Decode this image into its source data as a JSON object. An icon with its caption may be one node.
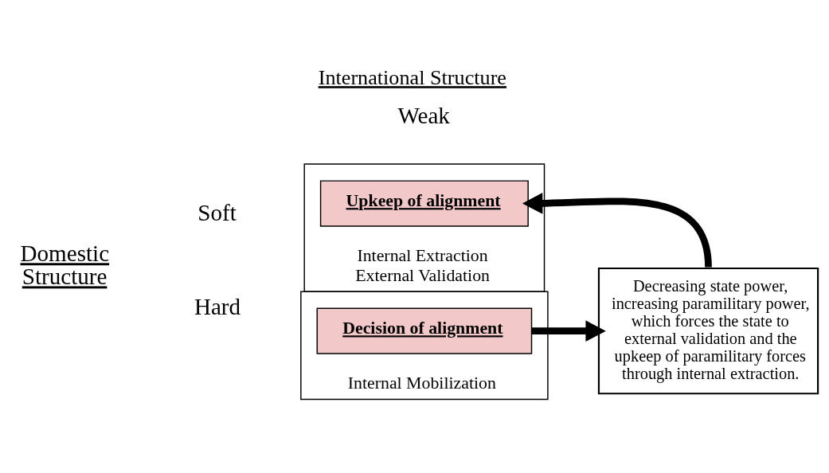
{
  "diagram": {
    "title": "International Structure",
    "nodes": [
      {
        "text": [
          "Internal Extraction",
          "External Validation"
        ]
      },
      {
        "text": [
          "Upkeep of alignment"
        ],
        "in": 0
      },
      {
        "text": [
          "Internal Mobilization"
        ]
      },
      {
        "text": [
          "Decision of alignment"
        ],
        "in": 2
      },
      {
        "text": [
          "Decreasing state power, increasing paramilitary power, which forces the state to external validation and the upkeep of paramilitary forces through internal extraction."
        ]
      }
    ],
    "edges": [
      {
        "from": 3,
        "to": 4,
        "arrow": "to"
      },
      {
        "from": 4,
        "to": 1,
        "arrow": "to"
      }
    ],
    "labels": [
      "Weak",
      "Soft",
      "Domestic Structure",
      "Hard"
    ]
  }
}
